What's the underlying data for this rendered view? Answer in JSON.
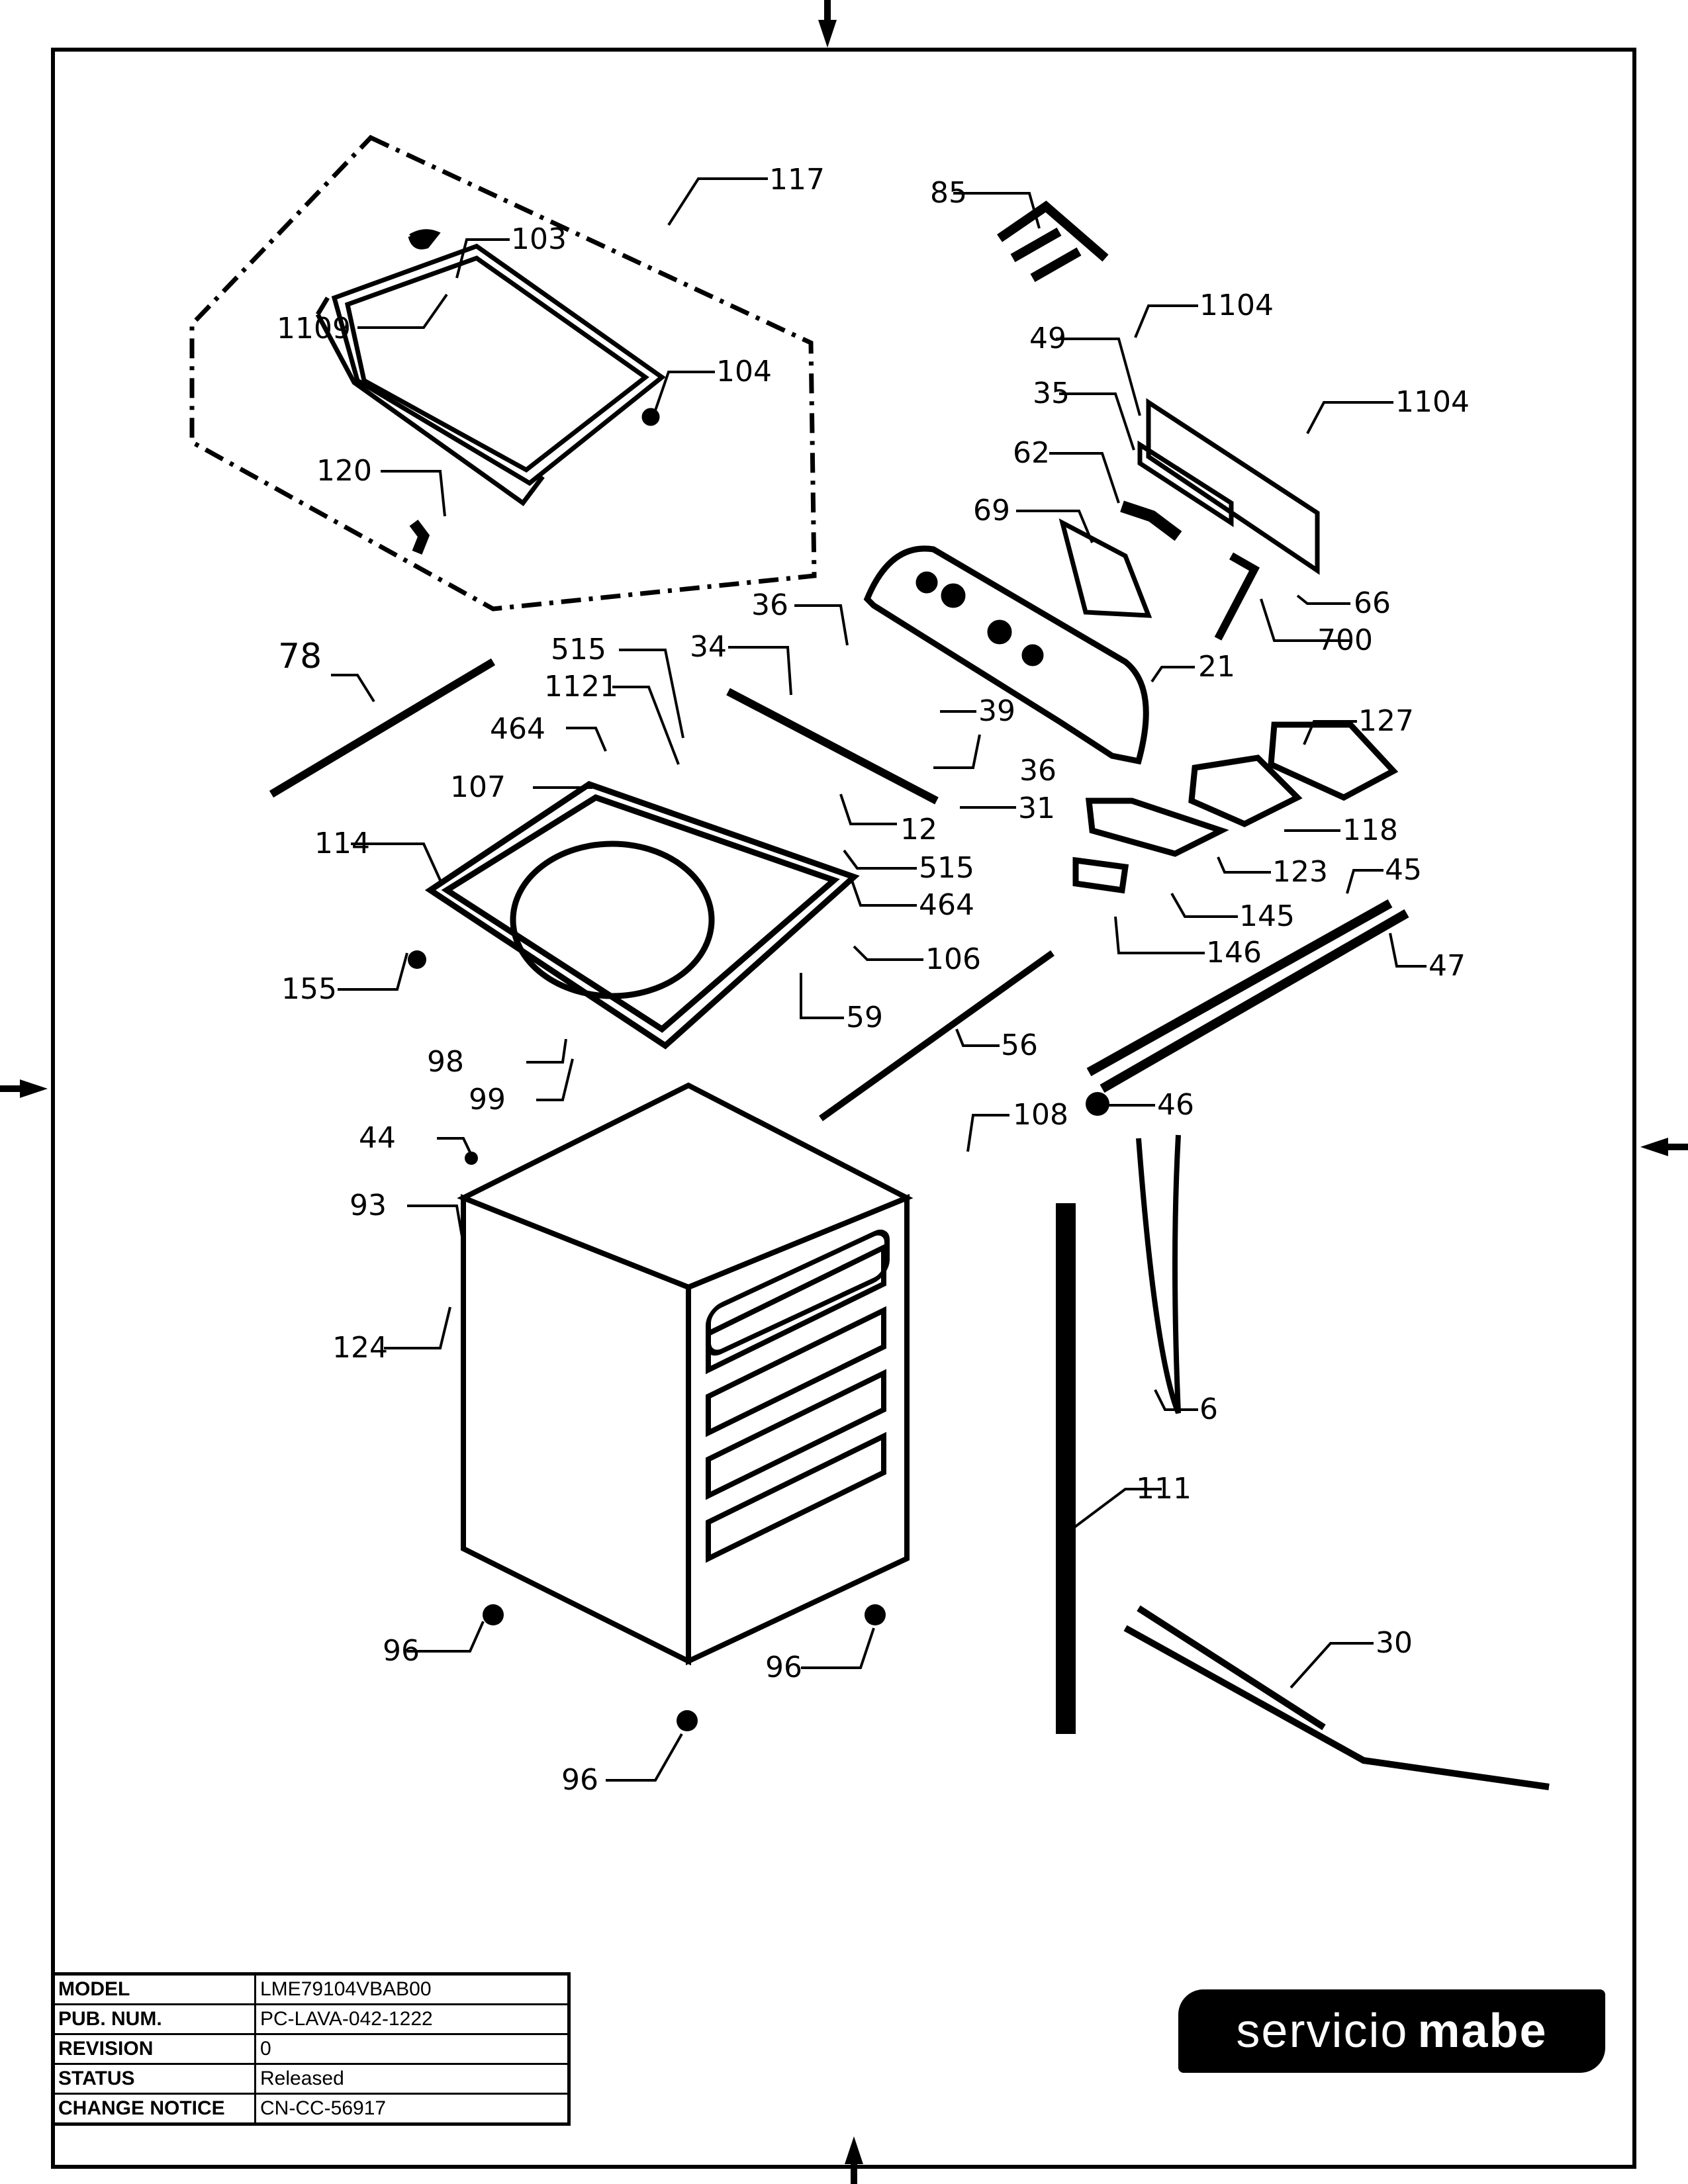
{
  "document": {
    "type": "exploded-parts-diagram",
    "title_block": {
      "rows": [
        {
          "key": "MODEL",
          "value": "LME79104VBAB00"
        },
        {
          "key": "PUB. NUM.",
          "value": "PC-LAVA-042-1222"
        },
        {
          "key": "REVISION",
          "value": "0"
        },
        {
          "key": "STATUS",
          "value": "Released"
        },
        {
          "key": "CHANGE NOTICE",
          "value": "CN-CC-56917"
        }
      ]
    },
    "logo": {
      "light": "servicio",
      "bold": "mabe"
    }
  },
  "callouts": [
    {
      "id": "117"
    },
    {
      "id": "103"
    },
    {
      "id": "1109"
    },
    {
      "id": "104"
    },
    {
      "id": "120"
    },
    {
      "id": "85"
    },
    {
      "id": "1104a",
      "text": "1104"
    },
    {
      "id": "49"
    },
    {
      "id": "35"
    },
    {
      "id": "1104b",
      "text": "1104"
    },
    {
      "id": "62"
    },
    {
      "id": "69"
    },
    {
      "id": "66"
    },
    {
      "id": "700"
    },
    {
      "id": "21"
    },
    {
      "id": "36a",
      "text": "36"
    },
    {
      "id": "34"
    },
    {
      "id": "39"
    },
    {
      "id": "36b",
      "text": "36"
    },
    {
      "id": "31"
    },
    {
      "id": "12"
    },
    {
      "id": "515a",
      "text": "515"
    },
    {
      "id": "1121"
    },
    {
      "id": "464a",
      "text": "464"
    },
    {
      "id": "78"
    },
    {
      "id": "107"
    },
    {
      "id": "114"
    },
    {
      "id": "515b",
      "text": "515"
    },
    {
      "id": "464b",
      "text": "464"
    },
    {
      "id": "106"
    },
    {
      "id": "155"
    },
    {
      "id": "59"
    },
    {
      "id": "56"
    },
    {
      "id": "98"
    },
    {
      "id": "99"
    },
    {
      "id": "127"
    },
    {
      "id": "118"
    },
    {
      "id": "123"
    },
    {
      "id": "145"
    },
    {
      "id": "146"
    },
    {
      "id": "45"
    },
    {
      "id": "47"
    },
    {
      "id": "46"
    },
    {
      "id": "108"
    },
    {
      "id": "44"
    },
    {
      "id": "93"
    },
    {
      "id": "124"
    },
    {
      "id": "6"
    },
    {
      "id": "111"
    },
    {
      "id": "96a",
      "text": "96"
    },
    {
      "id": "96b",
      "text": "96"
    },
    {
      "id": "96c",
      "text": "96"
    },
    {
      "id": "30"
    }
  ]
}
